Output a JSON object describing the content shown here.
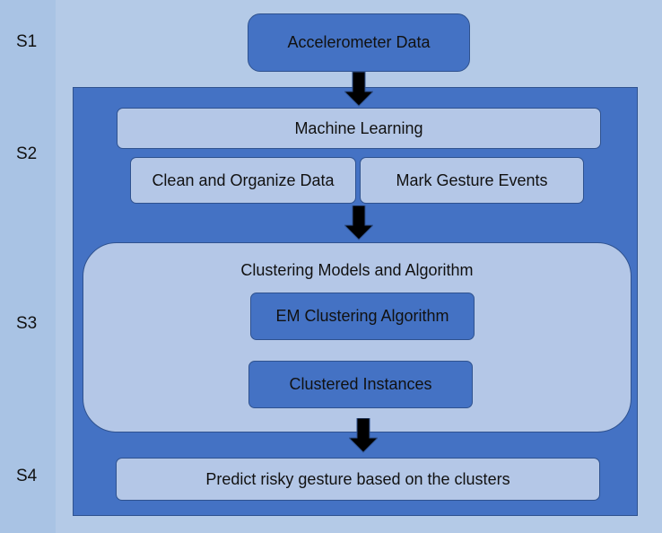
{
  "stages": {
    "s1": "S1",
    "s2": "S2",
    "s3": "S3",
    "s4": "S4"
  },
  "nodes": {
    "accelerometer": "Accelerometer Data",
    "machine_learning": "Machine Learning",
    "clean_data": "Clean and Organize Data",
    "mark_events": "Mark Gesture Events",
    "clustering_group": "Clustering Models and Algorithm",
    "em_algorithm": "EM Clustering Algorithm",
    "clustered_instances": "Clustered Instances",
    "predict": "Predict risky gesture based on the clusters"
  },
  "colors": {
    "background": "#b4cae7",
    "dark_fill": "#4472c4",
    "light_fill": "#b4c7e7",
    "border": "#2f528f",
    "arrow": "#000000"
  }
}
